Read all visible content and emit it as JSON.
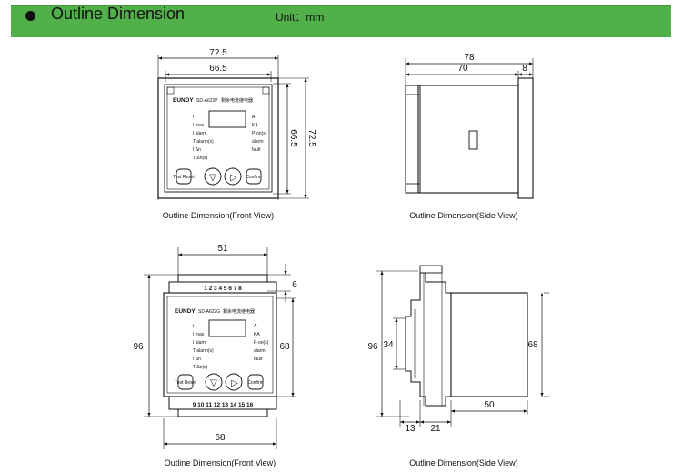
{
  "header": {
    "title": "Outline Dimension",
    "unit": "Unit：mm",
    "bar_color": "#52b04a"
  },
  "front_view_1": {
    "caption": "Outline Dimension(Front View)",
    "dim_width_outer": "72.5",
    "dim_width_inner": "66.5",
    "dim_height_inner": "66.5",
    "dim_height_outer": "72.5",
    "brand": "EUNDY",
    "model": "SD-A622P",
    "product_name": "剩余电流继电器",
    "labels_left": [
      "I",
      "I max",
      "I alarm",
      "T alarm(s)",
      "I Δn",
      "T Δn(s)"
    ],
    "labels_right": [
      "A",
      "KA",
      "P-on(s)",
      "alarm",
      "fault"
    ],
    "buttons": [
      "Test Reset",
      "▽",
      "▷",
      "Confirm"
    ]
  },
  "side_view_1": {
    "caption": "Outline Dimension(Side View)",
    "dim_total": "78",
    "dim_body": "70",
    "dim_flange": "8"
  },
  "front_view_2": {
    "caption": "Outline Dimension(Front View)",
    "dim_top_width": "51",
    "dim_terminal_height": "6",
    "dim_total_height": "96",
    "dim_body_height": "68",
    "dim_bottom_width": "68",
    "brand": "EUNDY",
    "model": "SD-A622G",
    "product_name": "剩余电流继电器",
    "terminals_top": "1 2 3 4 5 6 7 8",
    "terminals_bottom": "9 10 11 12 13 14 15 16",
    "labels_left": [
      "I",
      "I max",
      "I alarm",
      "T alarm(s)",
      "I Δn",
      "T Δn(s)"
    ],
    "labels_right": [
      "A",
      "KA",
      "P-on(s)",
      "alarm",
      "fault"
    ],
    "buttons": [
      "Test Reset",
      "▽",
      "▷",
      "Confirm"
    ]
  },
  "side_view_2": {
    "caption": "Outline Dimension(Side View)",
    "dim_total_height": "96",
    "dim_rail": "34",
    "dim_body_height": "68",
    "dim_bottom_left": "13",
    "dim_bottom_mid": "21",
    "dim_depth": "50"
  }
}
